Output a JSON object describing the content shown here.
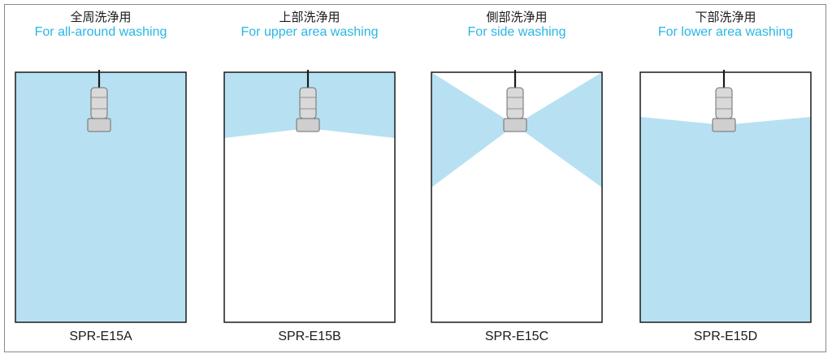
{
  "colors": {
    "spray": "#b7e1f2",
    "english_title": "#29b6e6",
    "border": "#1a1a1a"
  },
  "panels": [
    {
      "jp": "全周洗浄用",
      "en": "For all-around washing",
      "model": "SPR-E15A",
      "spray_pattern": "all-around"
    },
    {
      "jp": "上部洗浄用",
      "en": "For upper area washing",
      "model": "SPR-E15B",
      "spray_pattern": "upper"
    },
    {
      "jp": "側部洗浄用",
      "en": "For side washing",
      "model": "SPR-E15C",
      "spray_pattern": "side"
    },
    {
      "jp": "下部洗浄用",
      "en": "For lower area washing",
      "model": "SPR-E15D",
      "spray_pattern": "lower"
    }
  ]
}
